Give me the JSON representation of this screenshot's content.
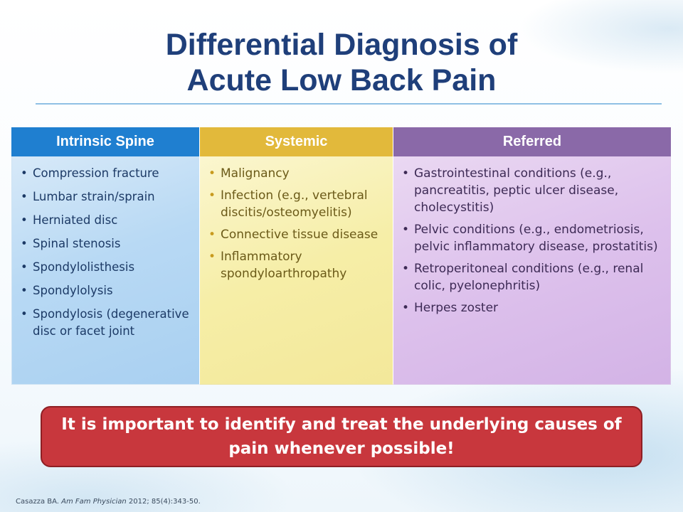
{
  "title": {
    "line1": "Differential Diagnosis of",
    "line2": "Acute Low Back Pain"
  },
  "table": {
    "columns": [
      {
        "header": "Intrinsic Spine",
        "items": [
          "Compression fracture",
          "Lumbar strain/sprain",
          "Herniated disc",
          "Spinal stenosis",
          "Spondylolisthesis",
          "Spondylolysis",
          "Spondylosis (degenerative disc or facet joint"
        ]
      },
      {
        "header": "Systemic",
        "items": [
          "Malignancy",
          "Infection (e.g., vertebral discitis/osteomyelitis)",
          "Connective tissue disease",
          "Inflammatory spondyloarthropathy"
        ]
      },
      {
        "header": "Referred",
        "items": [
          "Gastrointestinal conditions (e.g., pancreatitis, peptic ulcer disease, cholecystitis)",
          "Pelvic conditions (e.g., endometriosis, pelvic inflammatory disease, prostatitis)",
          "Retroperitoneal conditions (e.g., renal colic, pyelonephritis)",
          "Herpes zoster"
        ]
      }
    ]
  },
  "callout": {
    "text": "It is important to identify and treat the underlying causes of pain whenever possible!"
  },
  "citation": {
    "author": "Casazza BA.",
    "journal": "Am Fam Physician",
    "details": "2012; 85(4):343-50."
  },
  "colors": {
    "title": "#1f3f7a",
    "intrinsic_header": "#1f7fd0",
    "systemic_header": "#e2b93b",
    "referred_header": "#8a69a8",
    "callout_background": "#c8373d"
  }
}
